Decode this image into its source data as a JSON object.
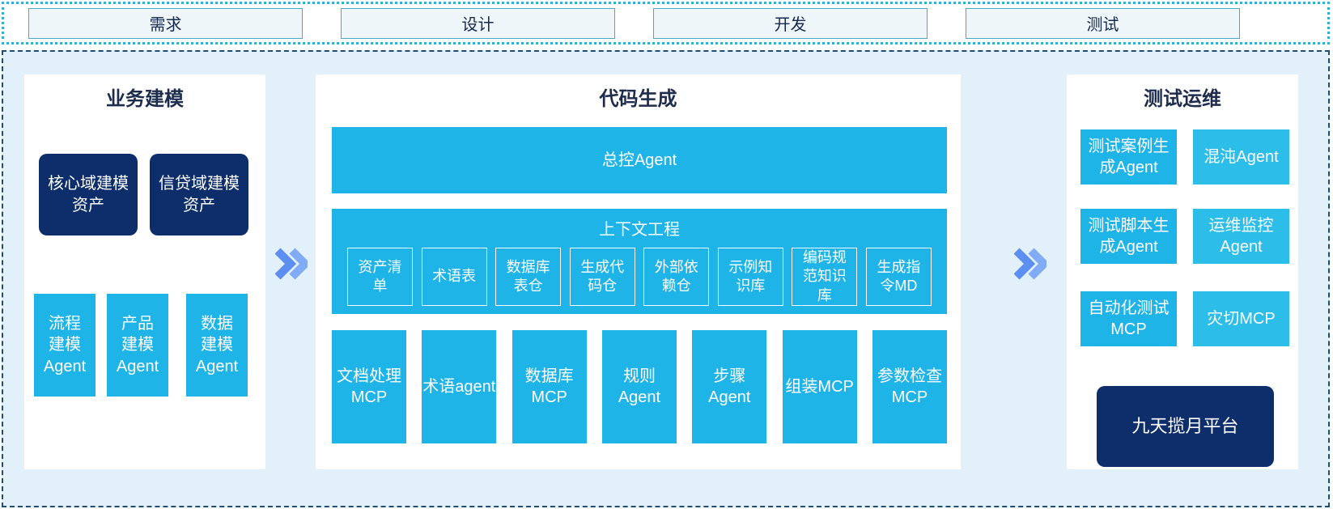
{
  "top_bar": {
    "items": [
      "需求",
      "设计",
      "开发",
      "测试"
    ]
  },
  "panels": {
    "business_modeling": {
      "title": "业务建模",
      "asset_boxes": [
        "核心域建模\n资产",
        "信贷域建模\n资产"
      ],
      "agent_boxes": [
        "流程\n建模\nAgent",
        "产品\n建模\nAgent",
        "数据\n建模\nAgent"
      ]
    },
    "code_generation": {
      "title": "代码生成",
      "master_agent": "总控Agent",
      "context_engineering": {
        "title": "上下文工程",
        "items": [
          "资产清\n单",
          "术语表",
          "数据库\n表仓",
          "生成代\n码仓",
          "外部依\n赖仓",
          "示例知\n识库",
          "编码规\n范知识\n库",
          "生成指\n令MD"
        ]
      },
      "tool_boxes": [
        "文档处理\nMCP",
        "术语agent",
        "数据库\nMCP",
        "规则Agent",
        "步骤Agent",
        "组装MCP",
        "参数检查\nMCP"
      ]
    },
    "test_ops": {
      "title": "测试运维",
      "grid_boxes": [
        "测试案例生\n成Agent",
        "混沌Agent",
        "测试脚本生\n成Agent",
        "运维监控\nAgent",
        "自动化测试\nMCP",
        "灾切MCP"
      ],
      "platform_box": "九天揽月平台"
    }
  },
  "icons": {
    "flow_arrow": "chevron-double-right"
  },
  "colors": {
    "cyan": "#1fb4e8",
    "cyan_light": "#2cbde9",
    "navy": "#0d2e6b",
    "container_bg": "#e2f0fa",
    "dashed_border": "#204d72",
    "dotted_border": "#35aed6",
    "arrow_blue": "#5d8ff1",
    "arrow_blue_light": "#82abf6",
    "title_text": "#1d2b4d"
  }
}
